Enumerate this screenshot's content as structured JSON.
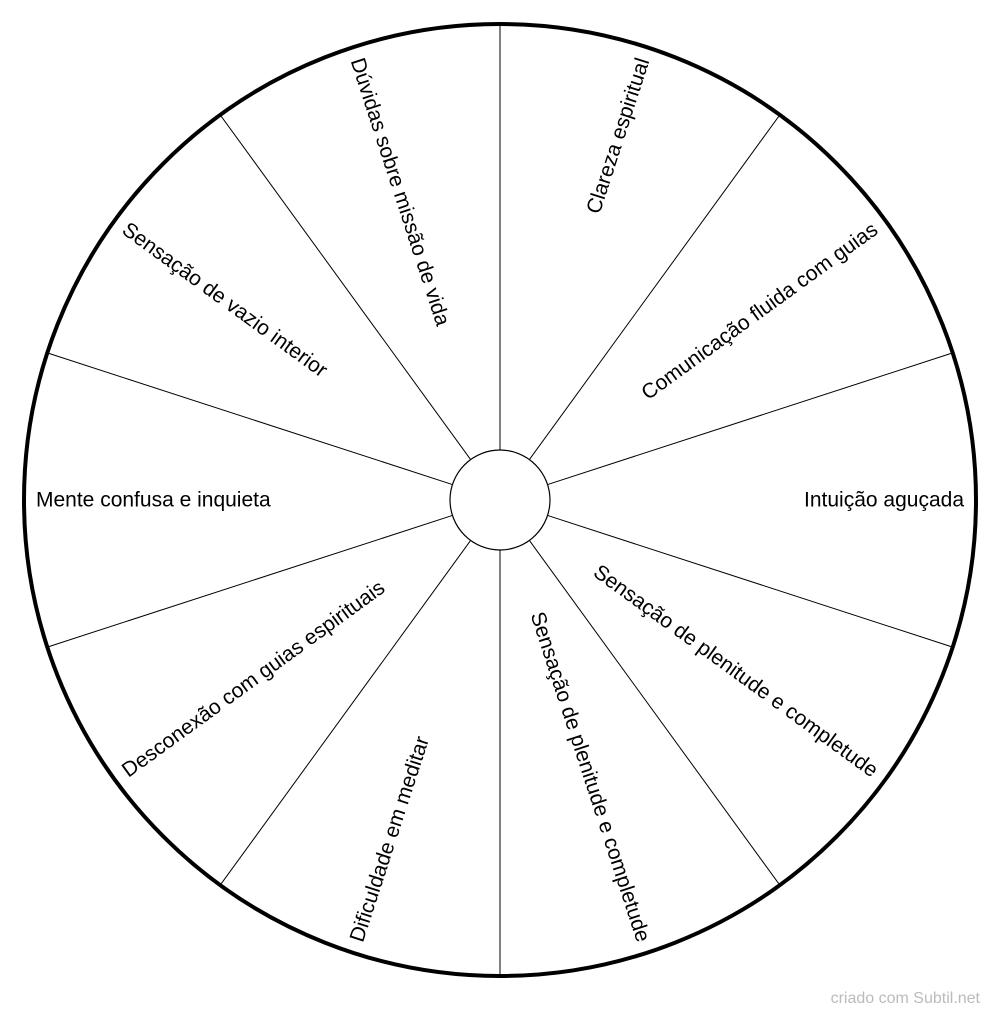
{
  "wheel": {
    "colors": {
      "outline": "#000000",
      "background": "#ffffff"
    },
    "sectors": [
      {
        "label": "Clareza espiritual"
      },
      {
        "label": "Comunicação fluida com guias"
      },
      {
        "label": "Intuição aguçada"
      },
      {
        "label": "Sensação de plenitude e completude"
      },
      {
        "label": "Sensação de plenitude e completude"
      },
      {
        "label": "Dificuldade em meditar"
      },
      {
        "label": "Desconexão com guias espirituais"
      },
      {
        "label": "Mente confusa e inquieta"
      },
      {
        "label": "Sensação de vazio interior"
      },
      {
        "label": "Dúvidas sobre missão de vida"
      }
    ]
  },
  "footer": {
    "credit": "criado com Subtil.net",
    "color": "#bbbbbb"
  }
}
